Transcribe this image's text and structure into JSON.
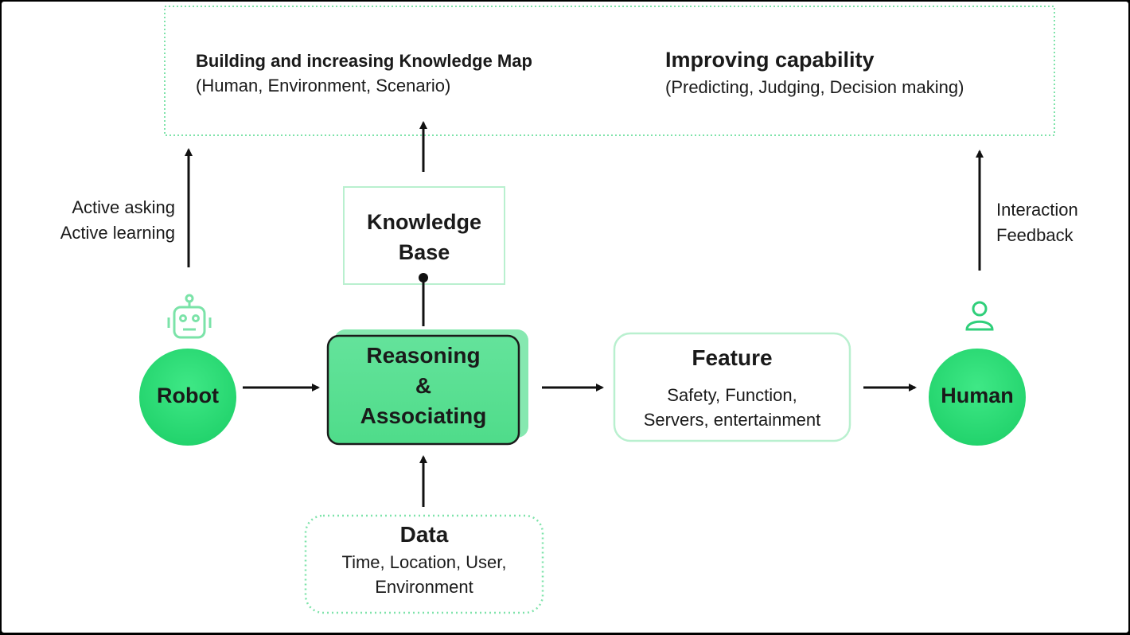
{
  "knowledge_map": {
    "title": "Building and increasing Knowledge Map",
    "subtitle": "(Human, Environment, Scenario)"
  },
  "capability": {
    "title": "Improving capability",
    "subtitle": "(Predicting, Judging, Decision making)"
  },
  "robot_side": {
    "line1": "Active asking",
    "line2": "Active learning"
  },
  "human_side": {
    "line1": "Interaction",
    "line2": "Feedback"
  },
  "knowledge_base": {
    "line1": "Knowledge",
    "line2": "Base"
  },
  "robot": {
    "label": "Robot",
    "icon": "robot-icon"
  },
  "human": {
    "label": "Human",
    "icon": "person-icon"
  },
  "reasoning": {
    "line1": "Reasoning",
    "line2": "&",
    "line3": "Associating"
  },
  "feature": {
    "title": "Feature",
    "line1": "Safety, Function,",
    "line2": "Servers, entertainment"
  },
  "data": {
    "title": "Data",
    "line1": "Time, Location, User,",
    "line2": "Environment"
  },
  "colors": {
    "green": "#2fdc78",
    "green_light": "#7be3a8",
    "dotted": "#7ee3aa",
    "box_border": "#b9f0cf",
    "text": "#1a1a1a"
  }
}
